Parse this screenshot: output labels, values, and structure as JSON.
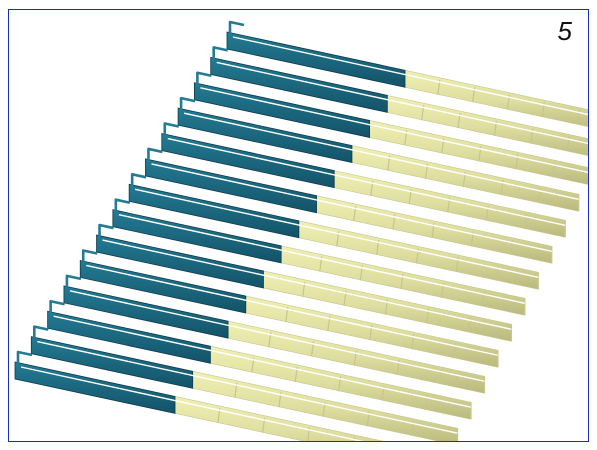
{
  "figure_label": "5",
  "colors": {
    "frame_border": "#1a2cc4",
    "rod_top": "#237b94",
    "rod_bottom": "#135368",
    "rod_edge": "#0d3c4c",
    "slat_top": "#f0f0b4",
    "slat_mid": "#dedea0",
    "slat_bottom": "#b9b97e",
    "segment_line": "#c6c68c",
    "gap": "#ffffff"
  },
  "slat_count": 14,
  "segments_per_slat": 6
}
